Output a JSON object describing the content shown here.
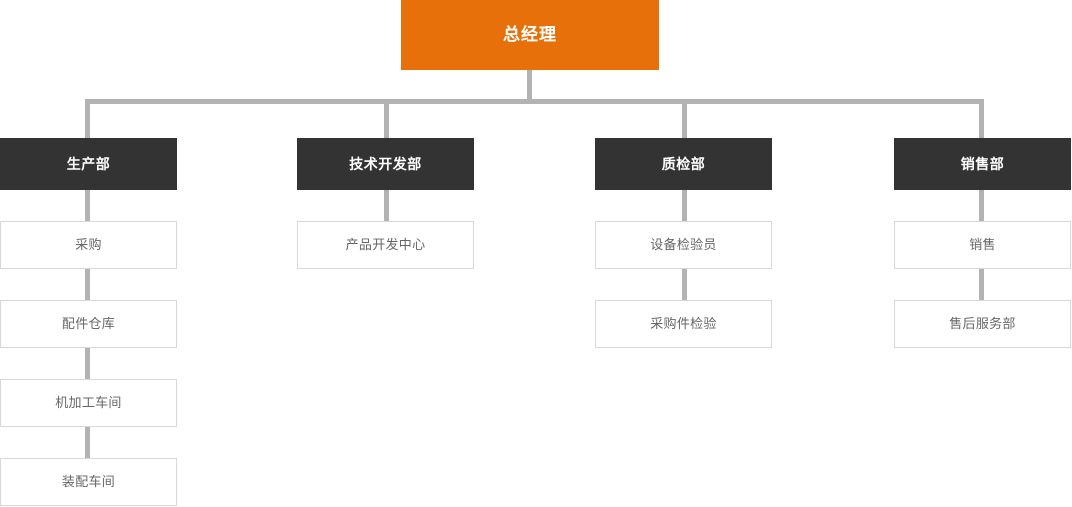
{
  "chart": {
    "type": "org-chart",
    "title": "",
    "theme": {
      "root_fill": "#e8700a",
      "root_text": "#ffffff",
      "dept_fill": "#333333",
      "dept_text": "#ffffff",
      "leaf_fill": "#ffffff",
      "leaf_text": "#666666",
      "leaf_border": "#d8d8d8",
      "connector": "#b3b3b3",
      "background": "#ffffff"
    }
  },
  "root": {
    "label": "总经理"
  },
  "branches": [
    {
      "id": "production",
      "label": "生产部",
      "children": [
        {
          "label": "采购"
        },
        {
          "label": "配件仓库"
        },
        {
          "label": "机加工车间"
        },
        {
          "label": "装配车间"
        }
      ]
    },
    {
      "id": "tech-development",
      "label": "技术开发部",
      "children": [
        {
          "label": "产品开发中心"
        }
      ]
    },
    {
      "id": "quality-inspection",
      "label": "质检部",
      "children": [
        {
          "label": "设备检验员"
        },
        {
          "label": "采购件检验"
        }
      ]
    },
    {
      "id": "sales",
      "label": "销售部",
      "children": [
        {
          "label": "销售"
        },
        {
          "label": "售后服务部"
        }
      ]
    }
  ]
}
